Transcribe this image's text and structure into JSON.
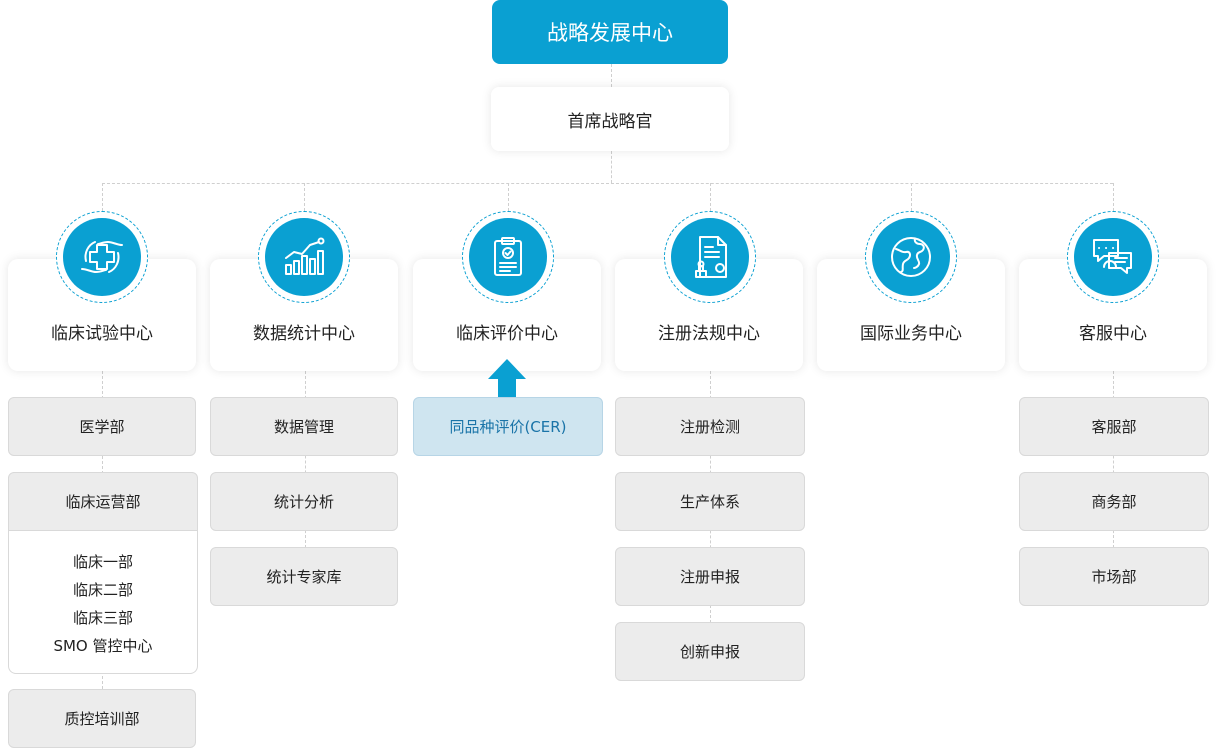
{
  "top": {
    "title": "战略发展中心"
  },
  "cso": {
    "title": "首席战略官"
  },
  "centers": [
    {
      "name": "临床试验中心",
      "icon": "medical-care-icon"
    },
    {
      "name": "数据统计中心",
      "icon": "bar-chart-icon"
    },
    {
      "name": "临床评价中心",
      "icon": "clipboard-check-icon"
    },
    {
      "name": "注册法规中心",
      "icon": "document-stamp-icon"
    },
    {
      "name": "国际业务中心",
      "icon": "globe-icon"
    },
    {
      "name": "客服中心",
      "icon": "chat-support-icon"
    }
  ],
  "departments": {
    "clinical_trial": [
      "医学部",
      "临床运营部",
      "质控培训部"
    ],
    "clinical_ops_groups": [
      "临床一部",
      "临床二部",
      "临床三部",
      "SMO 管控中心"
    ],
    "data_stats": [
      "数据管理",
      "统计分析",
      "统计专家库"
    ],
    "clinical_eval": [
      "同品种评价(CER)"
    ],
    "regulatory": [
      "注册检测",
      "生产体系",
      "注册申报",
      "创新申报"
    ],
    "customer_service": [
      "客服部",
      "商务部",
      "市场部"
    ]
  },
  "colors": {
    "accent": "#0aa0d2",
    "highlight_bg": "#cfe5f0",
    "highlight_text": "#1a74a8"
  }
}
